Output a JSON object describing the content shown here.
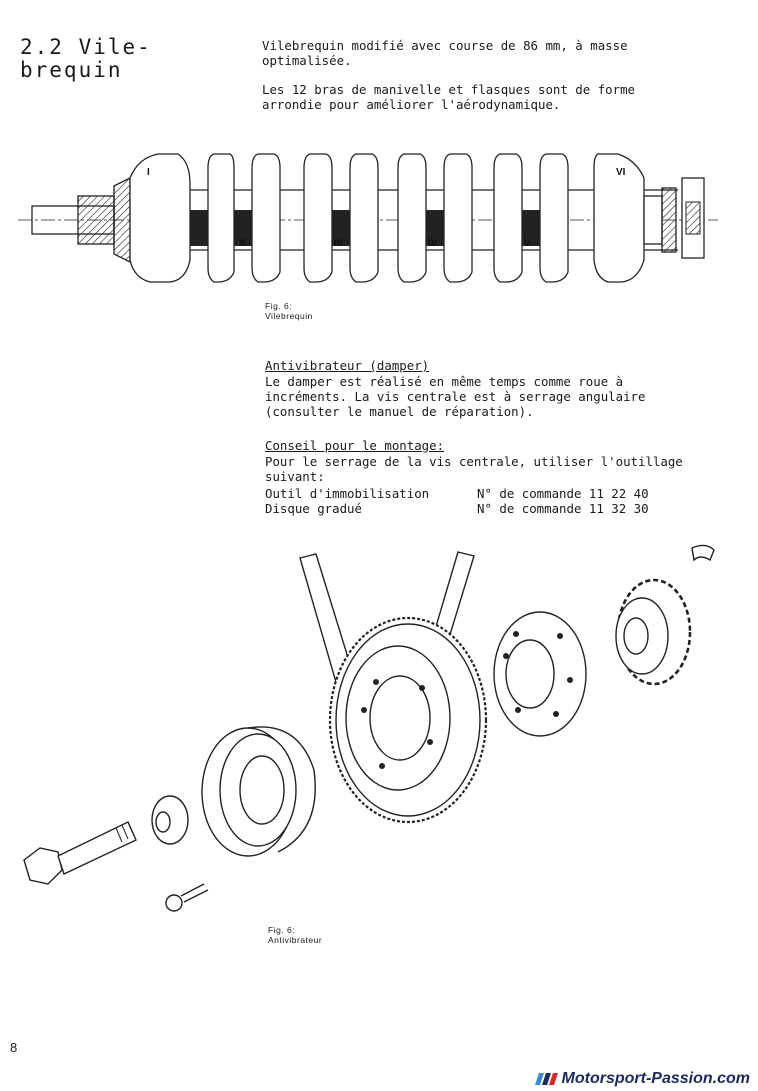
{
  "section": {
    "title": "2.2 Vile-\nbrequin"
  },
  "intro": {
    "paragraph_1": "Vilebrequin modifié avec course de 86 mm, à masse\noptimalisée.",
    "paragraph_2": "Les 12 bras de manivelle et flasques sont de forme\narrondie pour améliorer l'aérodynamique."
  },
  "figure_1": {
    "caption": "Fig. 6:\nVilebrequin",
    "crank_labels": [
      "I",
      "II",
      "III",
      "IV",
      "V",
      "VI"
    ]
  },
  "damper": {
    "heading": "Antivibrateur (damper)",
    "body": "Le damper est réalisé en même temps comme roue à\nincréments. La vis centrale est à serrage angulaire\n(consulter le manuel de réparation)."
  },
  "mounting": {
    "heading": "Conseil pour le montage:",
    "body": "Pour le serrage de la vis centrale, utiliser l'outillage\nsuivant:",
    "tools": [
      {
        "name": "Outil d'immobilisation",
        "ref": "N° de commande 11 22 40"
      },
      {
        "name": "Disque gradué",
        "ref": "N° de commande 11 32 30"
      }
    ]
  },
  "figure_2": {
    "caption": "Fig. 6:\nAntivibrateur"
  },
  "footer": {
    "page_number": "8",
    "brand": "Motorsport-Passion.com"
  }
}
